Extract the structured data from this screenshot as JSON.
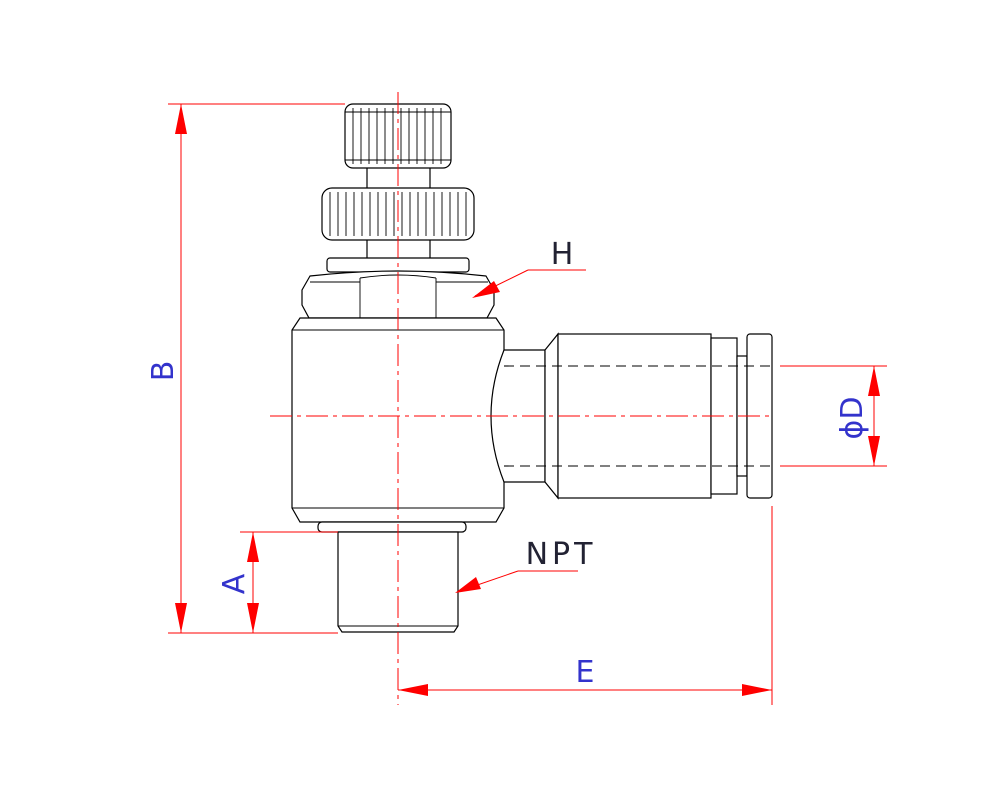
{
  "labels": {
    "b": "B",
    "a": "A",
    "h": "H",
    "npt": "NPT",
    "phi_d": "ϕD",
    "e": "E"
  },
  "colors": {
    "outline": "#000000",
    "dimension": "#ff0000",
    "label_blue": "#3333cc",
    "label_dark": "#222233"
  }
}
